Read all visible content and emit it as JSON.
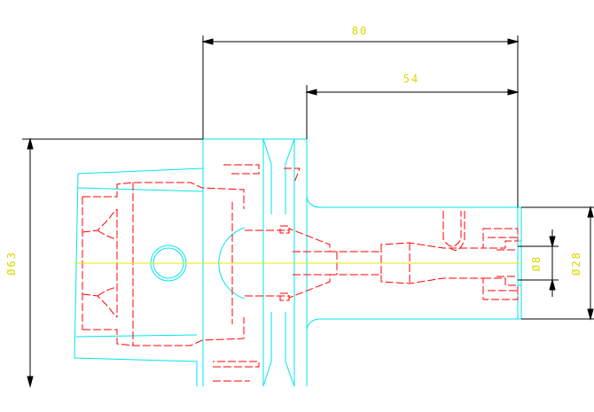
{
  "drawing": {
    "dimensions": {
      "overall_length": "80",
      "shank_length": "54",
      "flange_diameter": "Ø63",
      "shank_diameter": "Ø28",
      "bore_diameter": "Ø8"
    }
  },
  "colors": {
    "background": "#ffffff",
    "outline": "#00e5ee",
    "hidden": "#ff0000",
    "dimension": "#000000",
    "dim_text": "#d8d800",
    "centerline": "#e8e800"
  }
}
